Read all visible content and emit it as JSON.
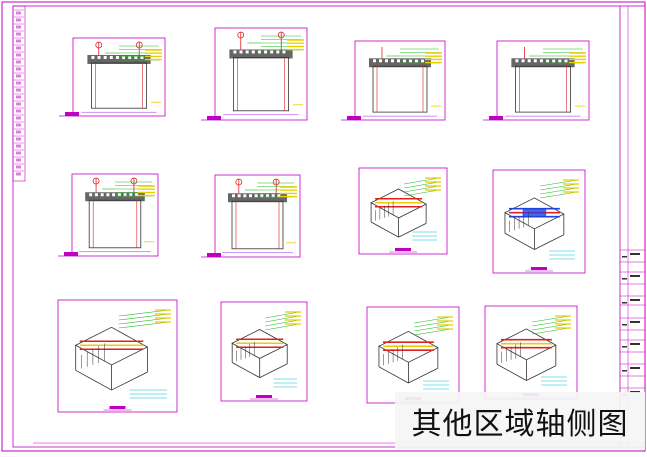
{
  "drawing": {
    "caption": "其他区域轴侧图",
    "colors": {
      "frame": "#c000c0",
      "dim": "#a020f0",
      "green": "#22bb22",
      "yellow": "#e8d000",
      "red": "#e02020",
      "blue": "#2040e0",
      "cyan": "#00bcd4",
      "dark": "#333333"
    },
    "sections": [
      {
        "type": "elevation",
        "label": "section-elevation-1"
      },
      {
        "type": "elevation",
        "label": "section-elevation-2"
      },
      {
        "type": "elevation",
        "label": "section-elevation-3"
      },
      {
        "type": "elevation",
        "label": "section-elevation-4"
      },
      {
        "type": "elevation",
        "label": "section-elevation-5"
      },
      {
        "type": "elevation",
        "label": "section-elevation-6"
      },
      {
        "type": "axonometric",
        "label": "section-axonometric-1"
      },
      {
        "type": "axonometric",
        "label": "section-axonometric-2"
      },
      {
        "type": "axonometric",
        "label": "section-axonometric-3"
      },
      {
        "type": "axonometric",
        "label": "section-axonometric-4"
      },
      {
        "type": "axonometric",
        "label": "section-axonometric-5"
      },
      {
        "type": "axonometric",
        "label": "section-axonometric-6"
      }
    ]
  }
}
